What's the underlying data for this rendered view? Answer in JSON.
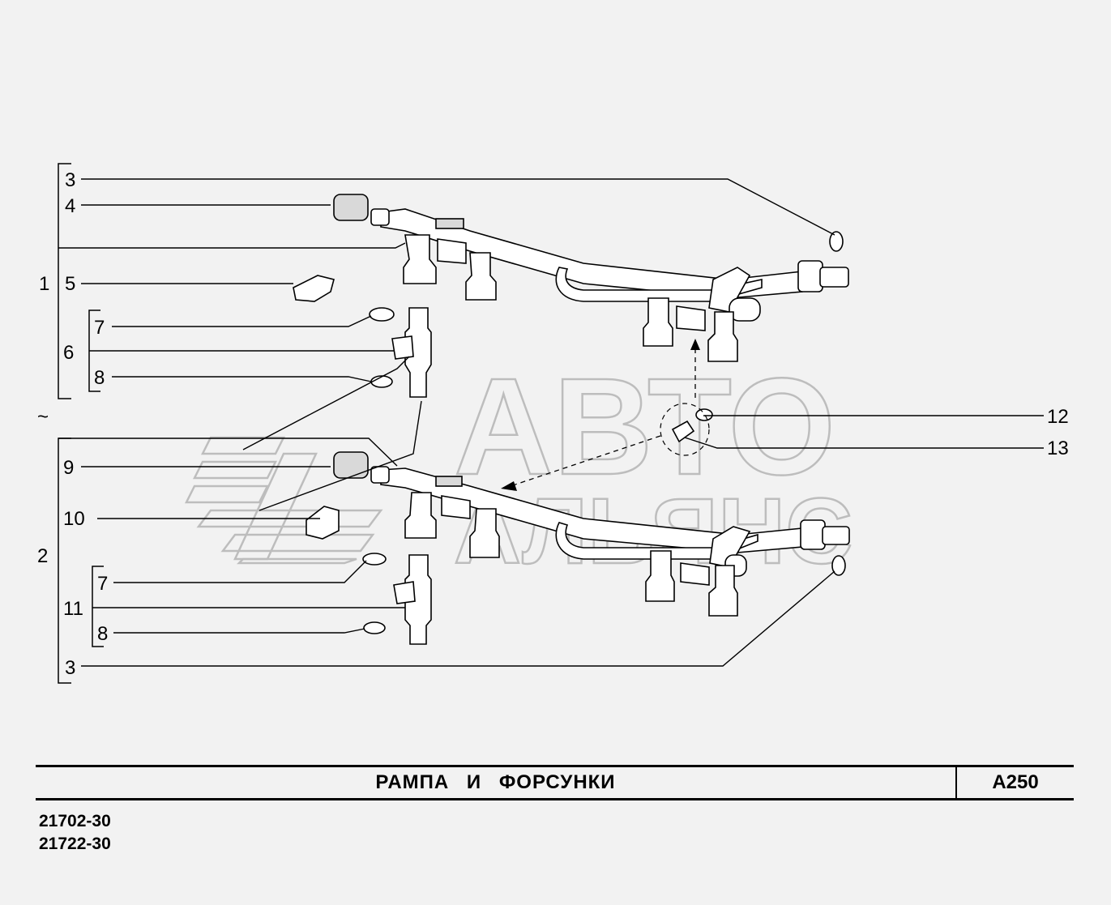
{
  "title": "РАМПА И ФОРСУНКИ",
  "code": "A250",
  "models": [
    "21702-30",
    "21722-30"
  ],
  "watermark": {
    "line1": "АВТО",
    "line2": "АЛЬЯНС"
  },
  "tilde": "~",
  "callouts": {
    "c1": "1",
    "c2": "2",
    "c3a": "3",
    "c3b": "3",
    "c4": "4",
    "c5": "5",
    "c6": "6",
    "c7a": "7",
    "c7b": "7",
    "c8a": "8",
    "c8b": "8",
    "c9": "9",
    "c10": "10",
    "c11": "11",
    "c12": "12",
    "c13": "13"
  }
}
